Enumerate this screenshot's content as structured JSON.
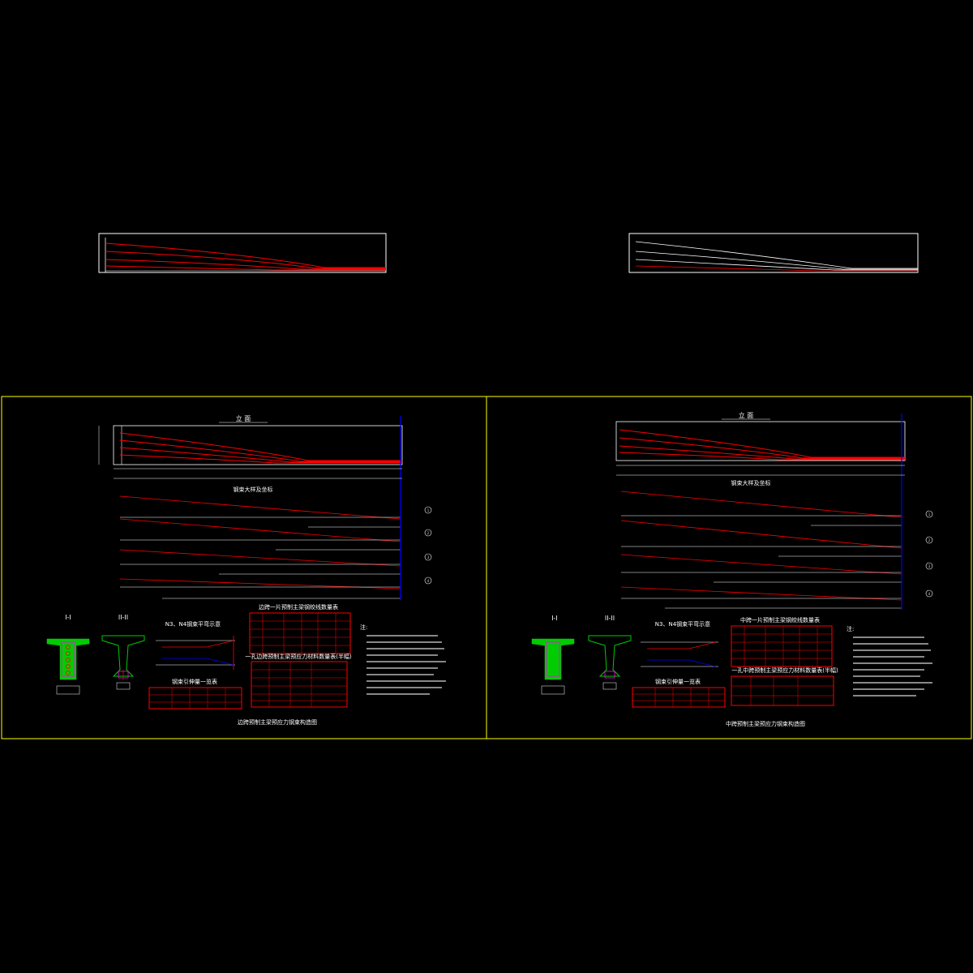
{
  "left_sheet": {
    "elevation_title": "立 面",
    "tendon_detail_title": "钢束大样及坐标",
    "section_1_label": "I-I",
    "section_2_label": "II-II",
    "table_quantity_title": "边跨一片预制主梁钢绞线数量表",
    "table_total_title": "一孔边跨预制主梁预应力材料数量表(半幅)",
    "table_plan_title": "N3、N4钢束平弯示意",
    "table_elong_title": "钢束引伸量一览表",
    "notes_title": "注:",
    "drawing_title": "边跨预制主梁预应力钢束构造图"
  },
  "right_sheet": {
    "elevation_title": "立 面",
    "tendon_detail_title": "钢束大样及坐标",
    "section_1_label": "I-I",
    "section_2_label": "II-II",
    "table_quantity_title": "中跨一片预制主梁钢绞线数量表",
    "table_total_title": "一孔中跨预制主梁预应力材料数量表(半幅)",
    "table_plan_title": "N3、N4钢束平弯示意",
    "table_elong_title": "钢束引伸量一览表",
    "notes_title": "注:",
    "drawing_title": "中跨预制主梁预应力钢束构造图"
  },
  "colors": {
    "background": "#000000",
    "frame": "#ffff00",
    "outline": "#ffffff",
    "tendon": "#ff0000",
    "axis": "#0000ff",
    "section_fill": "#00cc00",
    "duct": "#ff00ff"
  },
  "tendon_ids": [
    "1",
    "2",
    "3",
    "4"
  ]
}
